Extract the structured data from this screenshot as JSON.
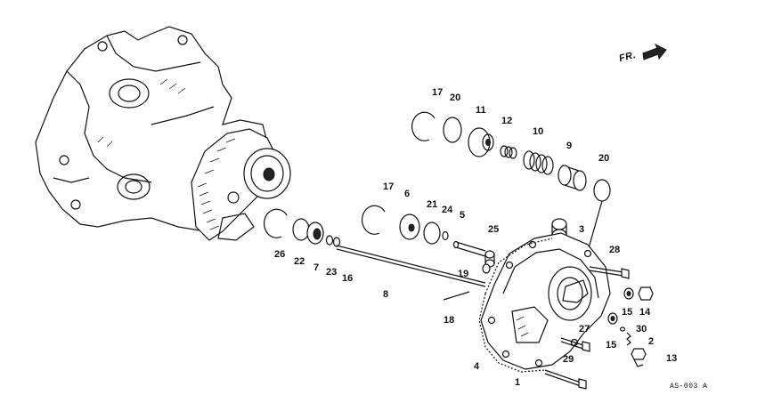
{
  "direction_label": "FR.",
  "reference_code": "AS-003",
  "reference_suffix": "A",
  "callouts": [
    "17",
    "20",
    "11",
    "12",
    "10",
    "9",
    "20",
    "17",
    "6",
    "21",
    "24",
    "5",
    "25",
    "3",
    "26",
    "22",
    "7",
    "23",
    "16",
    "8",
    "19",
    "28",
    "15",
    "14",
    "30",
    "2",
    "13",
    "15",
    "27",
    "29",
    "18",
    "4",
    "1"
  ]
}
